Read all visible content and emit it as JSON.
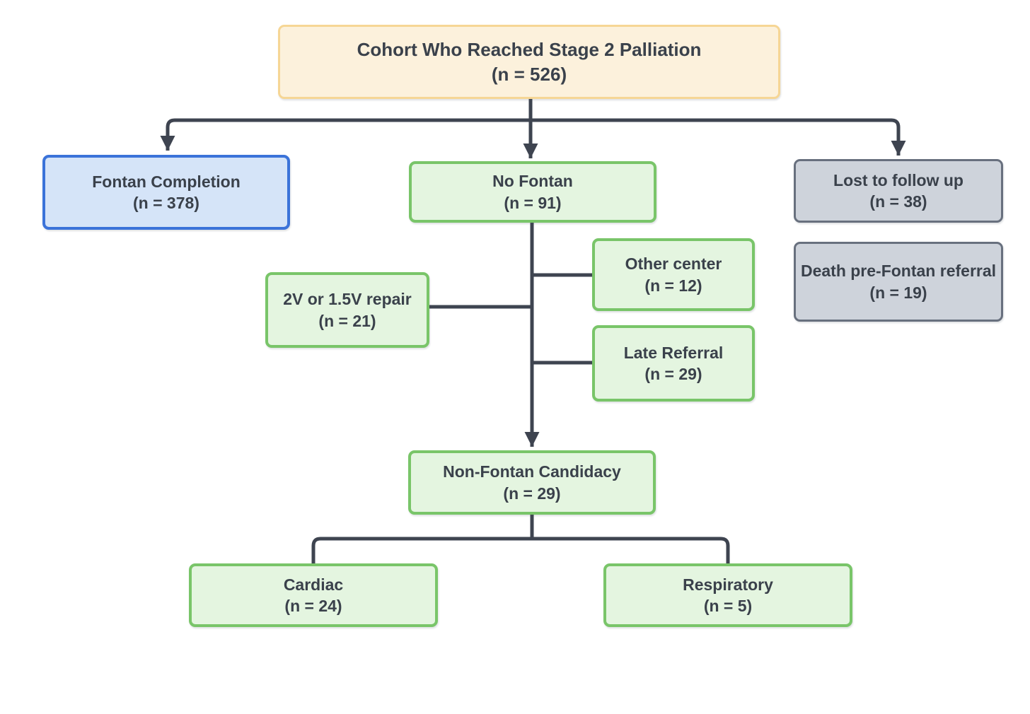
{
  "colors": {
    "line": "#3E4450",
    "text": "#3A414B",
    "node_orange_fill": "#FCF1DC",
    "node_orange_border": "#F6D695",
    "node_blue_fill": "#D5E4F8",
    "node_blue_border": "#3B73D9",
    "node_green_fill": "#E4F5E0",
    "node_green_border": "#79C569",
    "node_gray_fill": "#CED3DB",
    "node_gray_border": "#68707E",
    "page_background": "#FFFFFF"
  },
  "nodes": {
    "cohort": {
      "label": "Cohort Who Reached Stage 2 Palliation",
      "count": "(n = 526)",
      "color": "orange"
    },
    "fontan_completion": {
      "label": "Fontan Completion",
      "count": "(n = 378)",
      "color": "blue"
    },
    "no_fontan": {
      "label": "No Fontan",
      "count": "(n = 91)",
      "color": "green"
    },
    "lost_to_follow_up": {
      "label": "Lost to follow up",
      "count": "(n = 38)",
      "color": "gray"
    },
    "death_pre_fontan_referral": {
      "label": "Death pre-Fontan referral",
      "count": "(n = 19)",
      "color": "gray"
    },
    "other_center": {
      "label": "Other center",
      "count": "(n = 12)",
      "color": "green"
    },
    "repair_2v_or_1_5v": {
      "label": "2V or 1.5V repair",
      "count": "(n = 21)",
      "color": "green"
    },
    "late_referral": {
      "label": "Late Referral",
      "count": "(n = 29)",
      "color": "green"
    },
    "non_fontan_candidacy": {
      "label": "Non-Fontan Candidacy",
      "count": "(n = 29)",
      "color": "green"
    },
    "cardiac": {
      "label": "Cardiac",
      "count": "(n = 24)",
      "color": "green"
    },
    "respiratory": {
      "label": "Respiratory",
      "count": "(n = 5)",
      "color": "green"
    }
  },
  "edges": [
    {
      "from": "cohort",
      "to": "fontan_completion",
      "arrow": true
    },
    {
      "from": "cohort",
      "to": "no_fontan",
      "arrow": true
    },
    {
      "from": "cohort",
      "to": "lost_to_follow_up",
      "arrow": true
    },
    {
      "from": "no_fontan",
      "to": "other_center",
      "arrow": false
    },
    {
      "from": "no_fontan",
      "to": "repair_2v_or_1_5v",
      "arrow": false
    },
    {
      "from": "no_fontan",
      "to": "late_referral",
      "arrow": false
    },
    {
      "from": "no_fontan",
      "to": "non_fontan_candidacy",
      "arrow": true
    },
    {
      "from": "non_fontan_candidacy",
      "to": "cardiac",
      "arrow": false
    },
    {
      "from": "non_fontan_candidacy",
      "to": "respiratory",
      "arrow": false
    }
  ]
}
